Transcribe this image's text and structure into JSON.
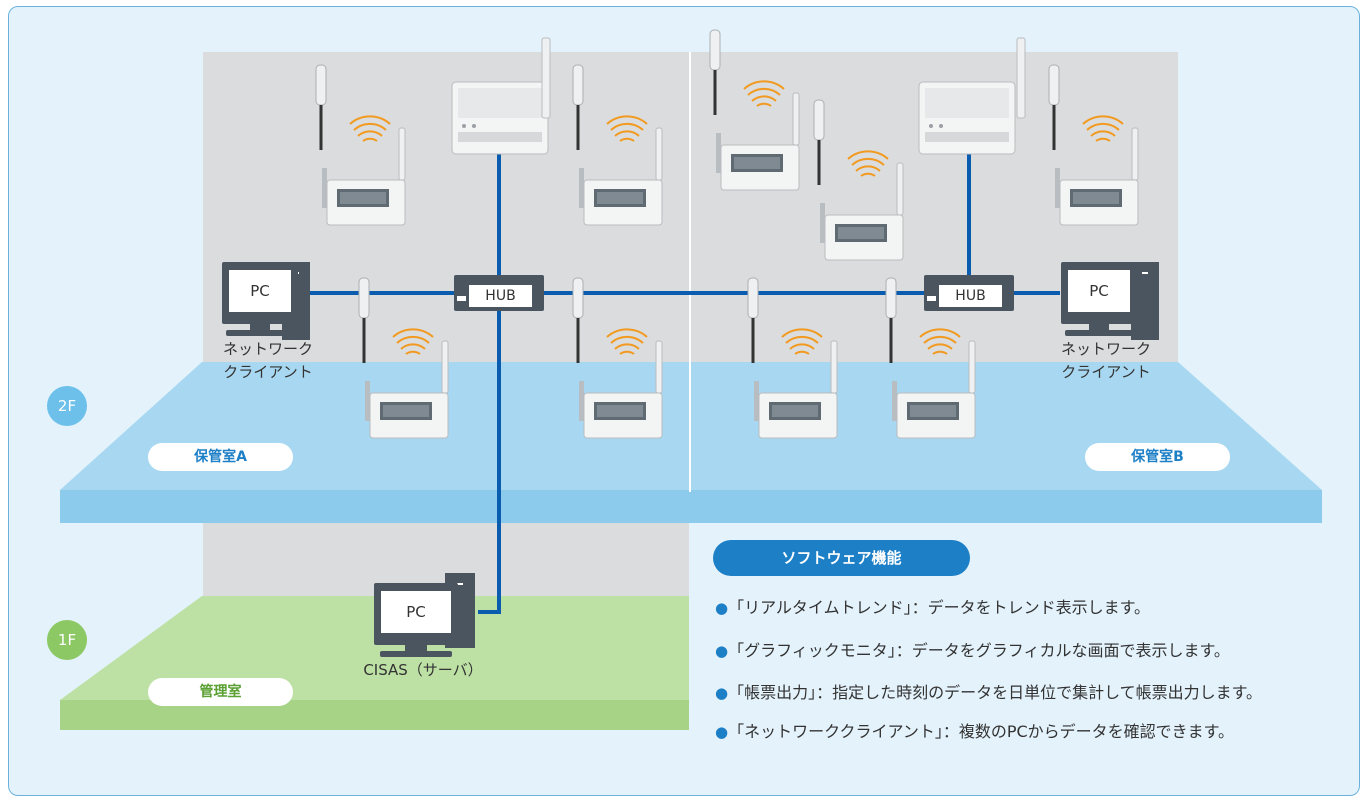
{
  "colors": {
    "room_wall": "#dbdcdd",
    "floor2": "#9fd3ef",
    "floor1": "#a9d688",
    "cable": "#0a5cae",
    "hub": "#4a5560",
    "accent": "#1d7fc6",
    "signal": "#f29a1f"
  },
  "pc": {
    "label": "PC"
  },
  "hub": {
    "label": "HUB"
  },
  "client_left": {
    "line1": "ネットワーク",
    "line2": "クライアント"
  },
  "client_right": {
    "line1": "ネットワーク",
    "line2": "クライアント"
  },
  "server": {
    "label": "CISAS（サーバ）"
  },
  "floors": {
    "f2": "2F",
    "f1": "1F"
  },
  "rooms": {
    "a": "保管室A",
    "b": "保管室B",
    "admin": "管理室"
  },
  "features": {
    "title": "ソフトウェア機能",
    "items": [
      "「リアルタイムトレンド」：データをトレンド表示します。",
      "「グラフィックモニタ」：データをグラフィカルな画面で表示します。",
      "「帳票出力」：指定した時刻のデータを日単位で集計して帳票出力します。",
      "「ネットワーククライアント」：複数のPCからデータを確認できます。"
    ]
  }
}
